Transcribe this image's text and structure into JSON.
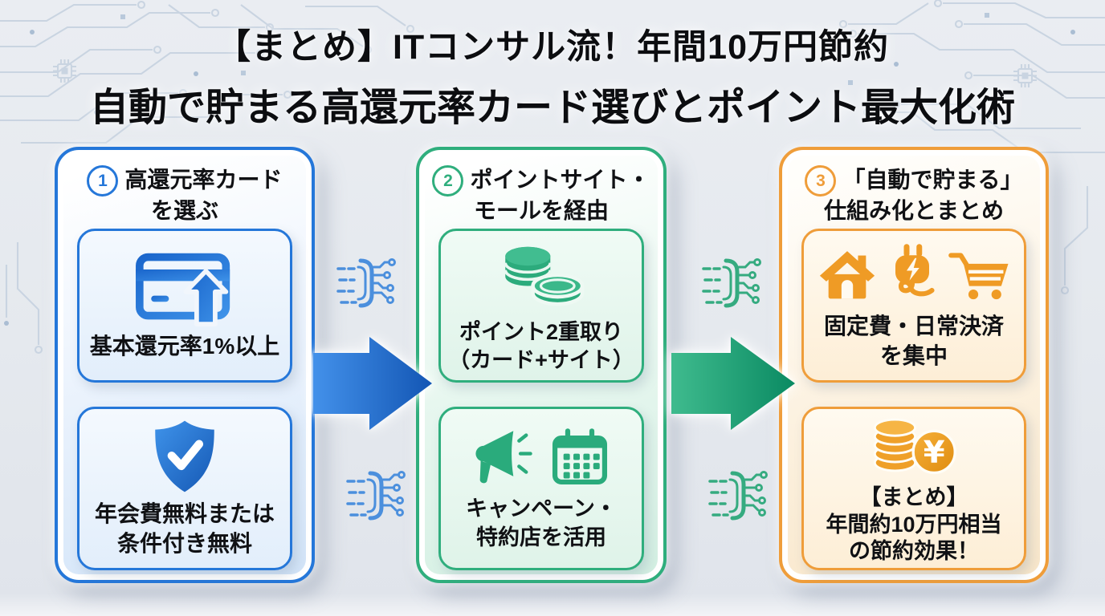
{
  "title": {
    "line1": "【まとめ】ITコンサル流！年間10万円節約",
    "line2": "自動で貯まる高還元率カード選びとポイント最大化術"
  },
  "panels": [
    {
      "number": "1",
      "header_line1": "高還元率カード",
      "header_line2": "を選ぶ",
      "boxes": [
        {
          "icon": "credit-card-up-icon",
          "lines": [
            "基本還元率1%以上"
          ]
        },
        {
          "icon": "shield-check-icon",
          "lines": [
            "年会費無料または",
            "条件付き無料"
          ]
        }
      ]
    },
    {
      "number": "2",
      "header_line1": "ポイントサイト・",
      "header_line2": "モールを経由",
      "boxes": [
        {
          "icon": "coins-icon",
          "lines": [
            "ポイント2重取り",
            "（カード+サイト）"
          ]
        },
        {
          "icon": "megaphone-calendar-icon",
          "lines": [
            "キャンペーン・",
            "特約店を活用"
          ]
        }
      ]
    },
    {
      "number": "3",
      "header_line1": "「自動で貯まる」",
      "header_line2": "仕組み化とまとめ",
      "boxes": [
        {
          "icon": "home-plug-cart-icon",
          "lines": [
            "固定費・日常決済",
            "を集中"
          ]
        },
        {
          "icon": "coin-stack-yen-icon",
          "lines": [
            "【まとめ】",
            "年間約10万円相当",
            "の節約効果！"
          ]
        }
      ]
    }
  ],
  "icons": {
    "yen_symbol": "¥"
  },
  "colors": {
    "accent-blue": "#2577d9",
    "accent-green": "#2fae7d",
    "accent-orange": "#ef9d3a",
    "arrow-blue-start": "#4391ea",
    "arrow-blue-end": "#1356b4",
    "arrow-green-start": "#3fbb8e",
    "arrow-green-end": "#0a8a62",
    "title-text": "#0c0d10",
    "circuit-line": "#c9d4e1"
  }
}
